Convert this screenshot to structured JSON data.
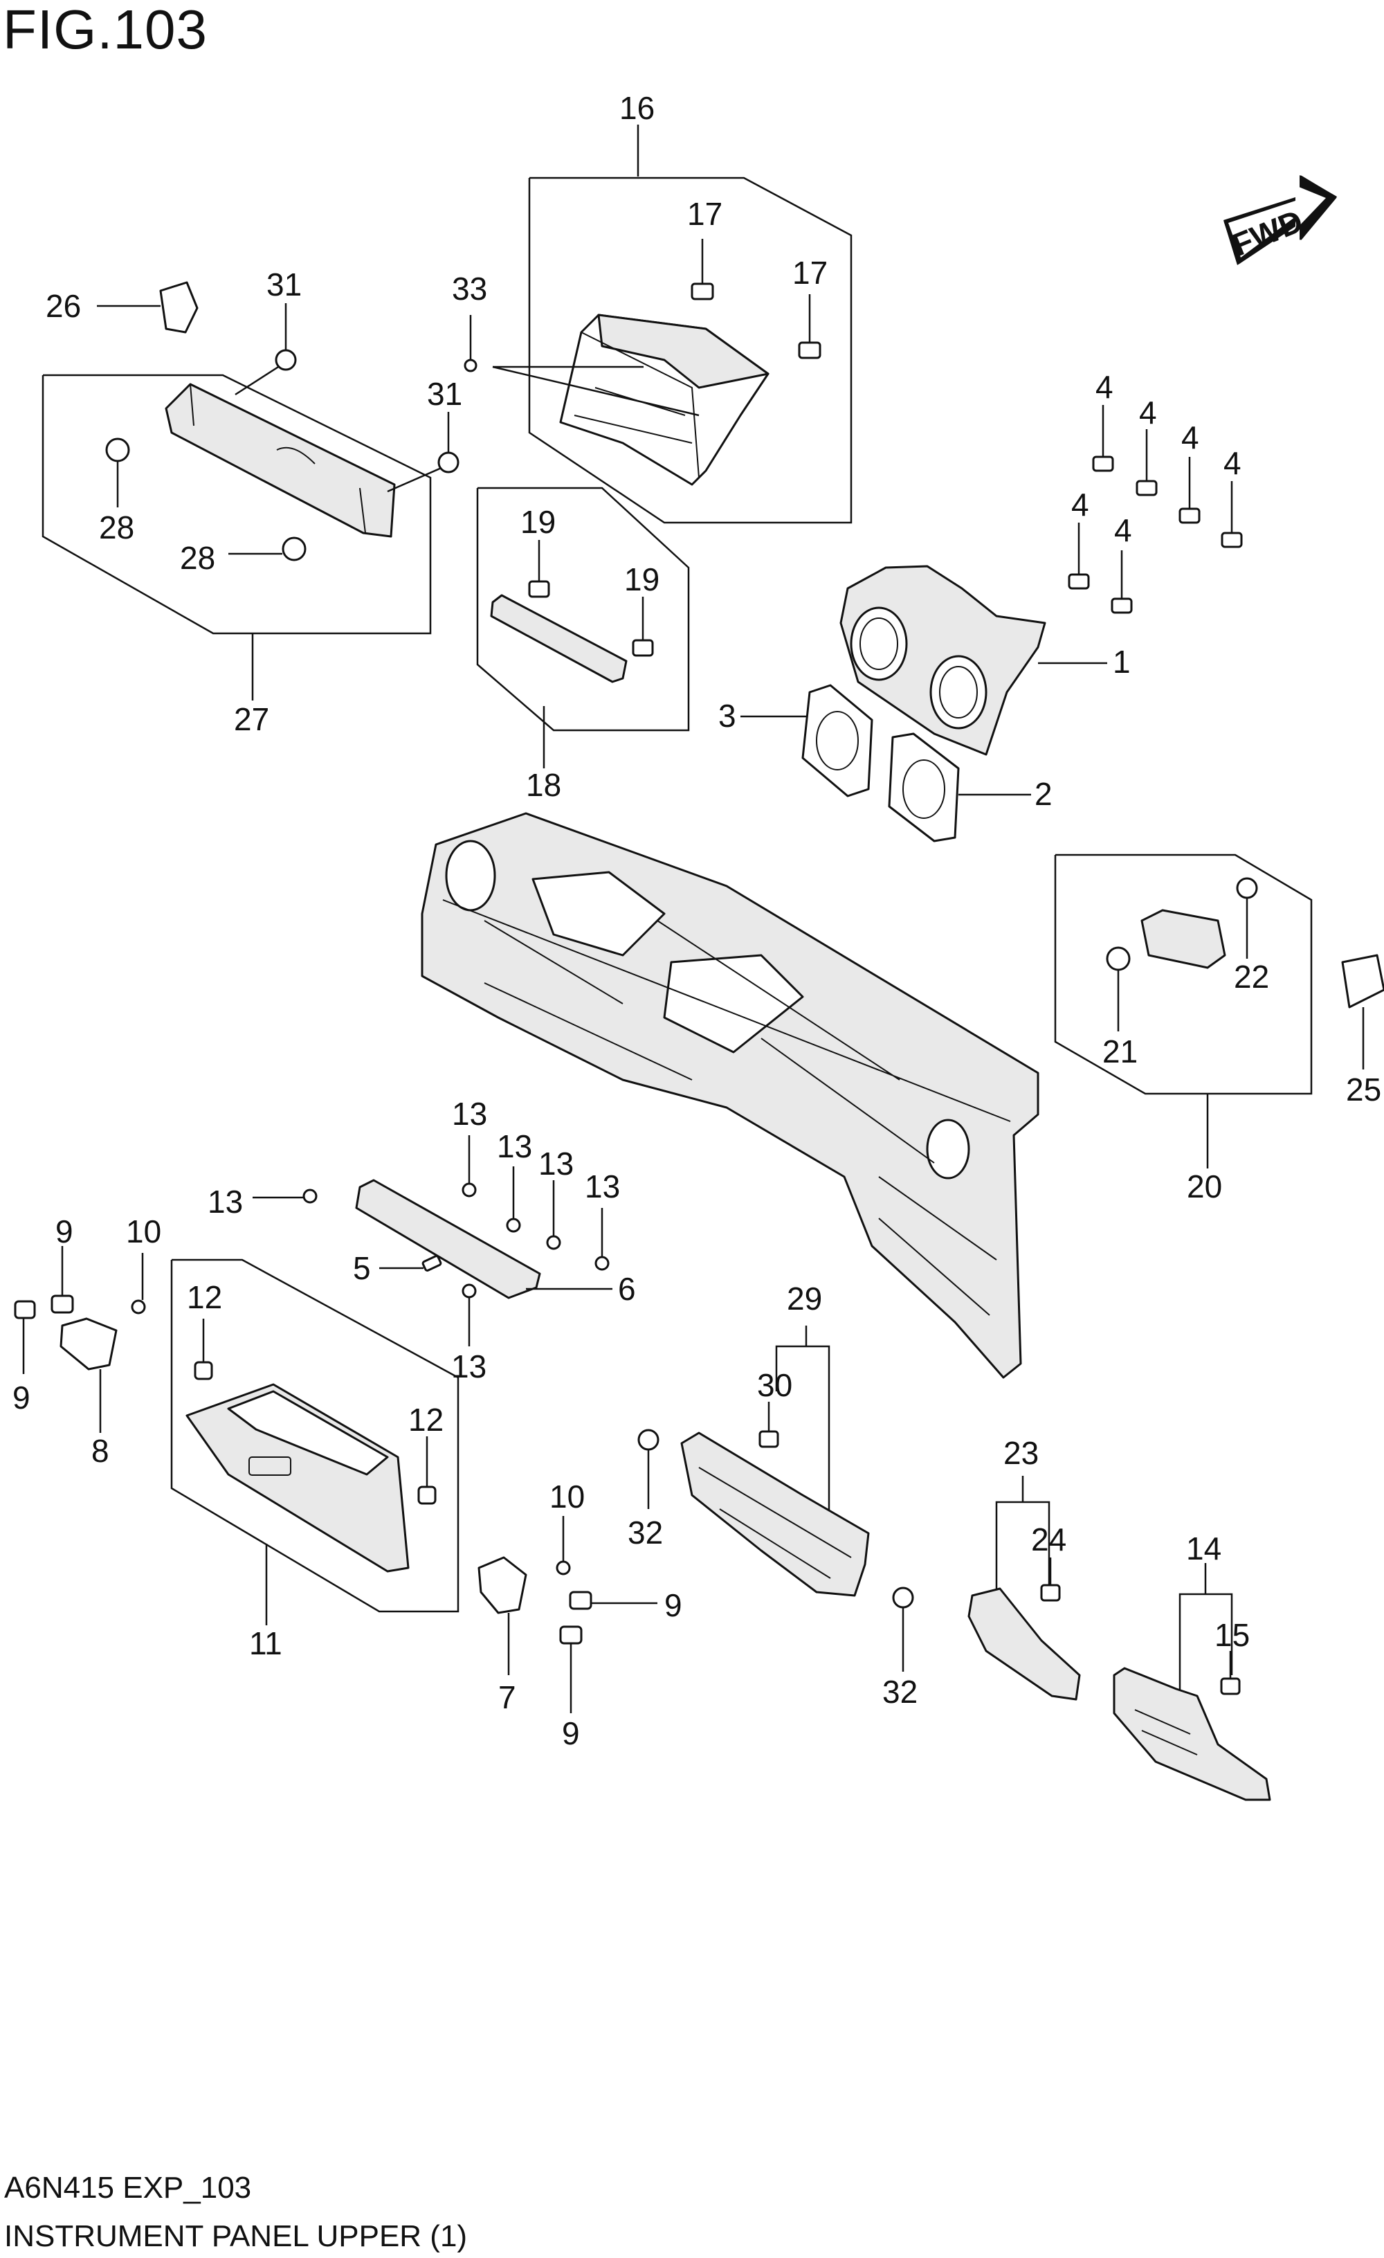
{
  "figure": {
    "title": "FIG.103"
  },
  "fwd_label": "FWD",
  "footer": {
    "code": "A6N415 EXP_103",
    "name": "INSTRUMENT PANEL UPPER (1)"
  },
  "callouts": [
    "16",
    "17",
    "17",
    "26",
    "31",
    "33",
    "31",
    "28",
    "28",
    "27",
    "19",
    "19",
    "18",
    "4",
    "4",
    "4",
    "4",
    "4",
    "4",
    "1",
    "3",
    "2",
    "22",
    "21",
    "25",
    "20",
    "13",
    "13",
    "13",
    "13",
    "13",
    "13",
    "5",
    "6",
    "9",
    "10",
    "9",
    "8",
    "12",
    "12",
    "11",
    "29",
    "30",
    "32",
    "32",
    "10",
    "9",
    "7",
    "9",
    "23",
    "24",
    "14",
    "15"
  ]
}
